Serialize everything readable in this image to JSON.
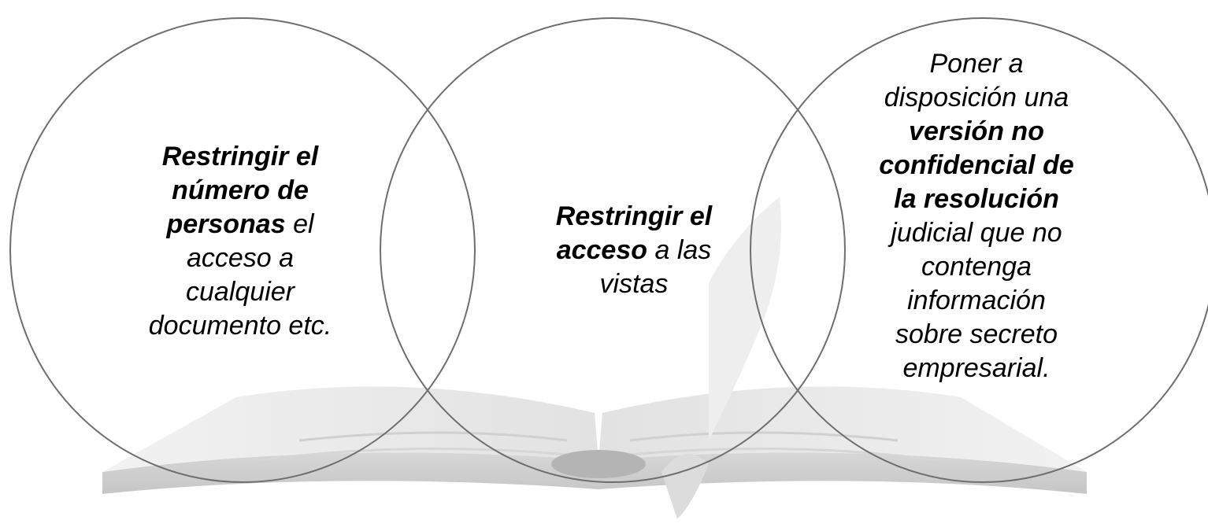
{
  "diagram": {
    "colors": {
      "circle_stroke": "#6e6e6e",
      "book_light": "#ececec",
      "book_mid": "#d8d8d8",
      "book_dark": "#bdbdbd"
    },
    "circles": [
      {
        "segments": [
          {
            "text": "Restringir el",
            "bold": true
          },
          {
            "text": "número de",
            "bold": true
          },
          {
            "text": "personas",
            "bold": true
          },
          {
            "text": " el",
            "bold": false
          },
          {
            "text": "acceso a",
            "bold": false
          },
          {
            "text": "cualquier",
            "bold": false
          },
          {
            "text": "documento etc.",
            "bold": false
          }
        ]
      },
      {
        "segments": [
          {
            "text": "Restringir el",
            "bold": true
          },
          {
            "text": "acceso",
            "bold": true
          },
          {
            "text": " a las",
            "bold": false
          },
          {
            "text": "vistas",
            "bold": false
          }
        ]
      },
      {
        "segments": [
          {
            "text": "Poner a",
            "bold": false
          },
          {
            "text": "disposición una",
            "bold": false
          },
          {
            "text": "versión no",
            "bold": true
          },
          {
            "text": "confidencial de",
            "bold": true
          },
          {
            "text": "la resolución",
            "bold": true
          },
          {
            "text": "judicial que no",
            "bold": false
          },
          {
            "text": "contenga",
            "bold": false
          },
          {
            "text": "información",
            "bold": false
          },
          {
            "text": "sobre secreto",
            "bold": false
          },
          {
            "text": "empresarial.",
            "bold": false
          }
        ]
      }
    ]
  }
}
